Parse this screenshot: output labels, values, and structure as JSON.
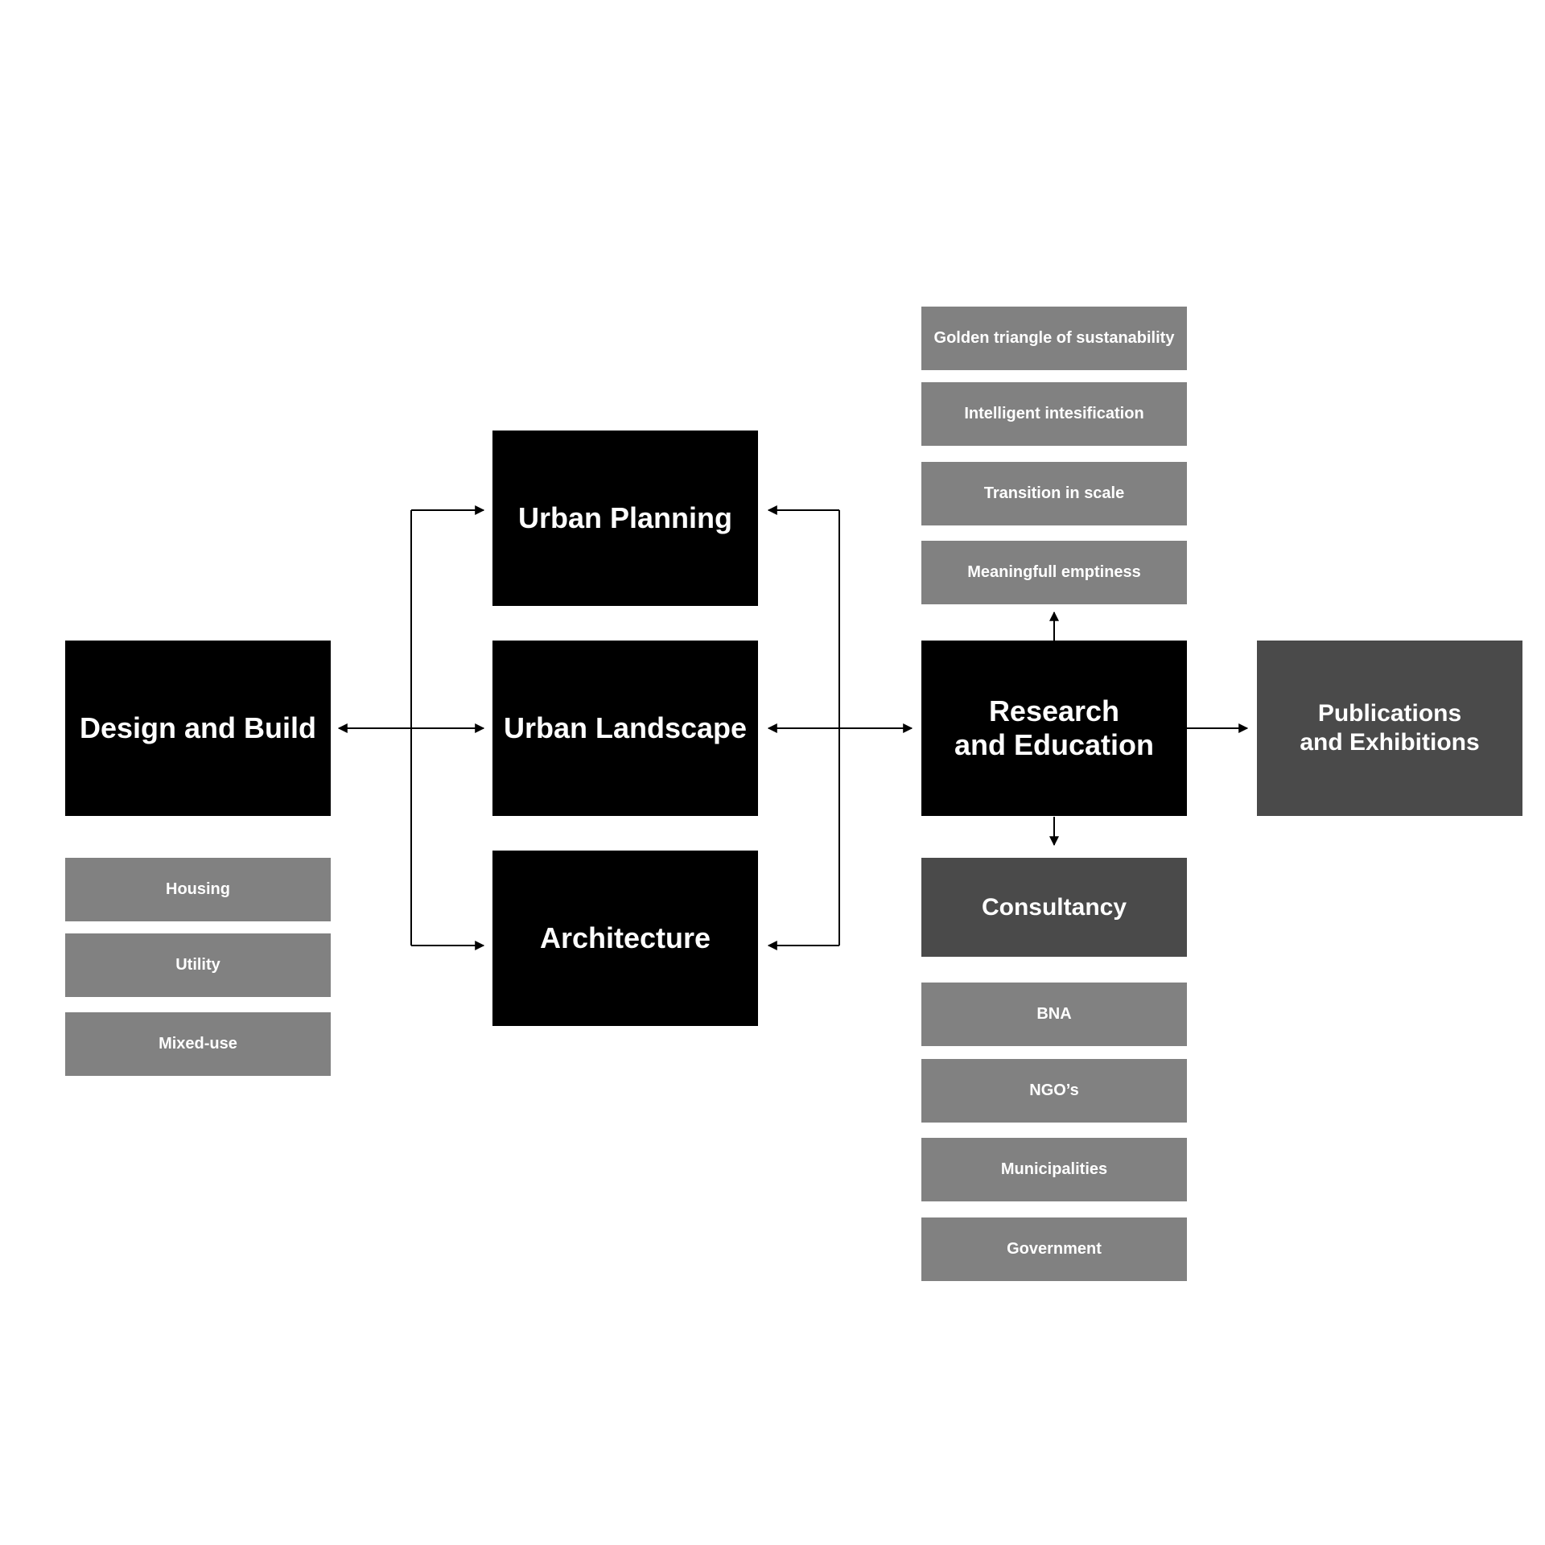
{
  "main_boxes": {
    "design_build": "Design and Build",
    "urban_planning": "Urban Planning",
    "urban_landscape": "Urban Landscape",
    "architecture": "Architecture",
    "research_education": "Research\nand Education"
  },
  "secondary_boxes": {
    "publications": "Publications\nand Exhibitions",
    "consultancy": "Consultancy"
  },
  "design_build_items": [
    "Housing",
    "Utility",
    "Mixed-use"
  ],
  "research_items": [
    "Golden triangle of sustanability",
    "Intelligent intesification",
    "Transition in scale",
    "Meaningfull emptiness"
  ],
  "consultancy_items": [
    "BNA",
    "NGO’s",
    "Municipalities",
    "Government"
  ],
  "colors": {
    "main_box": "#000000",
    "secondary_box": "#4a4a4a",
    "sub_box": "#818181",
    "text": "#ffffff",
    "connector": "#000000"
  }
}
